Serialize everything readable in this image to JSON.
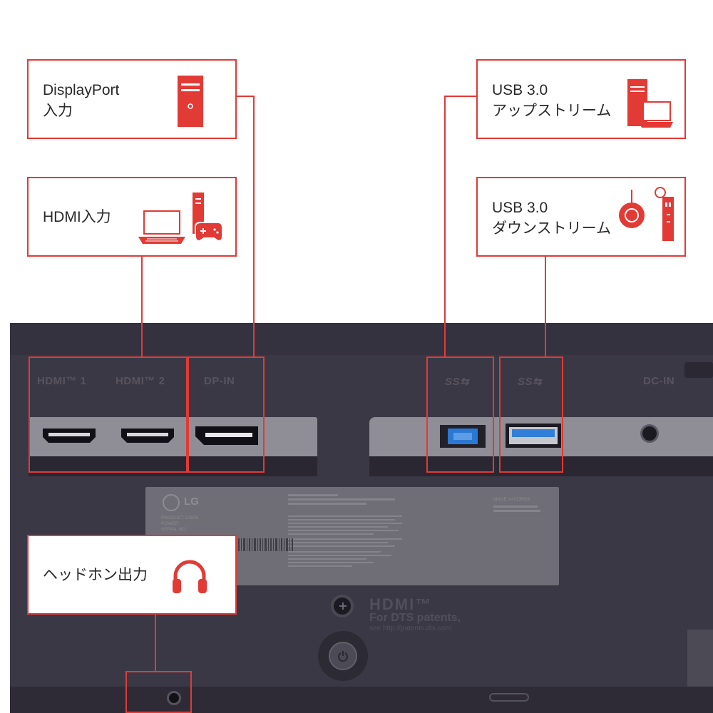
{
  "callouts": {
    "displayport": {
      "line1": "DisplayPort",
      "line2": "入力",
      "icon": "pc-tower-icon"
    },
    "hdmi": {
      "label": "HDMI入力",
      "icons": [
        "laptop-icon",
        "game-console-icon"
      ]
    },
    "usb_up": {
      "line1": "USB 3.0",
      "line2": "アップストリーム",
      "icon": "pc-and-laptop-icon"
    },
    "usb_down": {
      "line1": "USB 3.0",
      "line2": "ダウンストリーム",
      "icons": [
        "mouse-icon",
        "usb-stick-icon"
      ]
    },
    "headphone": {
      "label": "ヘッドホン出力",
      "icon": "headphones-icon"
    }
  },
  "ports": {
    "hdmi1": "HDMI™ 1",
    "hdmi2": "HDMI™ 2",
    "dp_in": "DP-IN",
    "ss1": "SS⇆",
    "ss2": "SS⇆",
    "dc_in": "DC-IN"
  },
  "sticker": {
    "brand": "LG",
    "product_code": "PRODUCT CODE",
    "power": "POWER",
    "serial": "SERIAL NO.",
    "made_in": "MADE IN KOREA"
  },
  "hdmi_logo": {
    "line1": "HDMI™",
    "line2": "For DTS patents,",
    "line3": "see http://patents.dts.com."
  },
  "colors": {
    "accent": "#e23a35",
    "panel": "#3b3846",
    "port_bar": "#8f8e96"
  }
}
